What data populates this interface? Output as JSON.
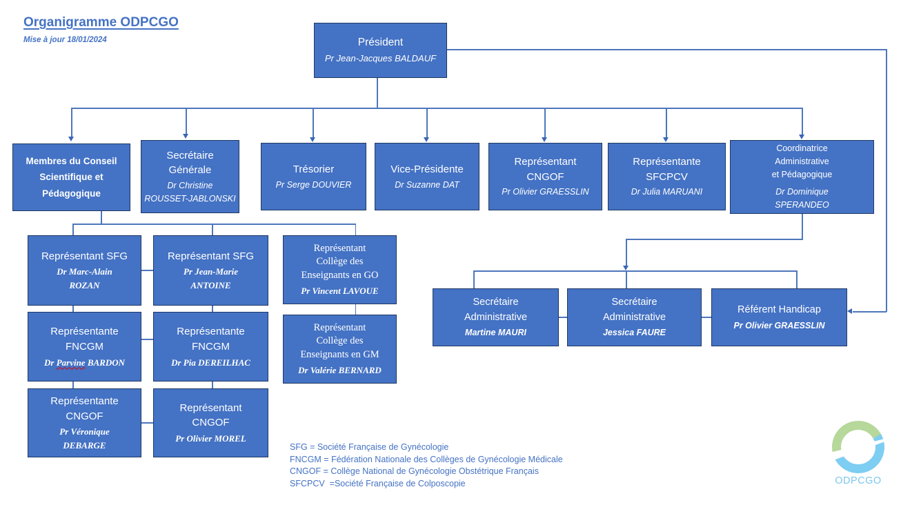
{
  "header": {
    "title": "Organigramme ODPCGO",
    "subtitle": "Mise à jour 18/01/2024"
  },
  "nodes": {
    "president": {
      "title": "Président",
      "name": "Pr Jean-Jacques BALDAUF"
    },
    "membres": {
      "title": "Membres du Conseil\nScientifique et\nPédagogique"
    },
    "secretaire_generale": {
      "title": "Secrétaire\nGénérale",
      "name": "Dr Christine\nROUSSET-JABLONSKI"
    },
    "tresorier": {
      "title": "Trésorier",
      "name": "Pr Serge DOUVIER"
    },
    "vice_presidente": {
      "title": "Vice-Présidente",
      "name": "Dr Suzanne DAT"
    },
    "representant_cngof": {
      "title": "Représentant\nCNGOF",
      "name": "Pr Olivier GRAESSLIN"
    },
    "representante_sfcpcv": {
      "title": "Représentante\nSFCPCV",
      "name": "Dr Julia MARUANI"
    },
    "coordinatrice": {
      "title": "Coordinatrice\nAdministrative\net Pédagogique",
      "name": "Dr Dominique\nSPERANDEO"
    },
    "sfg1": {
      "title": "Représentant SFG",
      "name": "Dr Marc-Alain\nROZAN"
    },
    "sfg2": {
      "title": "Représentant SFG",
      "name": "Pr Jean-Marie\nANTOINE"
    },
    "college_go": {
      "title": "Représentant\nCollège des\nEnseignants en GO",
      "name": "Pr Vincent LAVOUE"
    },
    "fncgm1": {
      "title": "Représentante\nFNCGM",
      "name_pre": "Dr ",
      "name_misspelled": "Parvine",
      "name_post": " BARDON"
    },
    "fncgm2": {
      "title": "Représentante\nFNCGM",
      "name": "Dr Pia DEREILHAC"
    },
    "college_gm": {
      "title": "Représentant\nCollège des\nEnseignants en GM",
      "name": "Dr Valérie BERNARD"
    },
    "cngof1": {
      "title": "Représentante\nCNGOF",
      "name": "Pr Véronique\nDEBARGE"
    },
    "cngof2": {
      "title": "Représentant\nCNGOF",
      "name": "Pr Olivier MOREL"
    },
    "sec_adm1": {
      "title": "Secrétaire\nAdministrative",
      "name": "Martine MAURI"
    },
    "sec_adm2": {
      "title": "Secrétaire\nAdministrative",
      "name": "Jessica FAURE"
    },
    "referent_handicap": {
      "title": "Référent Handicap",
      "name": "Pr Olivier GRAESSLIN"
    }
  },
  "legend": {
    "lines": [
      "SFG = Société Française de Gynécologie",
      "FNCGM = Fédération Nationale des Collèges de Gynécologie Médicale",
      "CNGOF = Collège National de Gynécologie Obstétrique Français",
      "SFCPCV  =Société Française de Colposcopie"
    ]
  },
  "logo": {
    "label": "ODPCGO"
  },
  "colors": {
    "box_fill": "#4472c4",
    "box_border": "#1f3864",
    "connector": "#4d76bb",
    "accent_text": "#4472c4",
    "logo_green": "#b6d89b",
    "logo_blue": "#7ecdf2",
    "spellcheck_underline": "#e00000"
  }
}
